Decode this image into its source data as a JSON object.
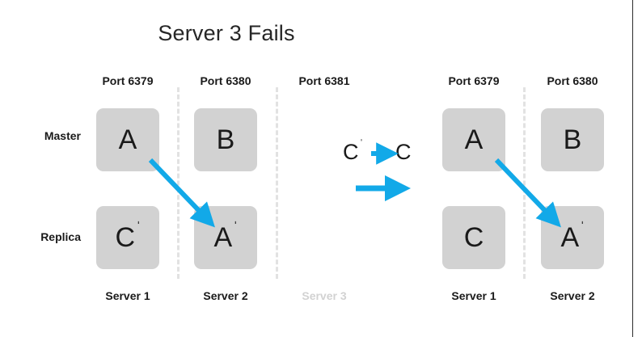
{
  "slide": {
    "title": "Server 3 Fails",
    "background_color": "#ffffff",
    "accent_color": "#12A9E8",
    "node_fill_color": "#d2d2d2",
    "divider_color": "#e2e2e2",
    "faded_text_color": "#d2d2d2"
  },
  "row_labels": {
    "master": "Master",
    "replica": "Replica"
  },
  "left_group": {
    "ports": [
      "Port 6379",
      "Port 6380",
      "Port 6381"
    ],
    "servers": [
      {
        "label": "Server 1",
        "failed": false
      },
      {
        "label": "Server 2",
        "failed": false
      },
      {
        "label": "Server 3",
        "failed": true
      }
    ],
    "master_row": [
      {
        "letter": "A",
        "prime": false
      },
      {
        "letter": "B",
        "prime": false
      },
      {
        "letter": "",
        "prime": false
      }
    ],
    "replica_row": [
      {
        "letter": "C",
        "prime": true
      },
      {
        "letter": "A",
        "prime": true
      },
      {
        "letter": "",
        "prime": false
      }
    ]
  },
  "legend": {
    "from_letter": "C",
    "from_prime": "ı",
    "to_letter": "C",
    "arrow_icon": "right-arrow-icon",
    "second_arrow_icon": "right-arrow-icon"
  },
  "right_group": {
    "ports": [
      "Port 6379",
      "Port 6380"
    ],
    "servers": [
      {
        "label": "Server 1",
        "failed": false
      },
      {
        "label": "Server 2",
        "failed": false
      }
    ],
    "master_row": [
      {
        "letter": "A",
        "prime": false
      },
      {
        "letter": "B",
        "prime": false
      }
    ],
    "replica_row": [
      {
        "letter": "C",
        "prime": false
      },
      {
        "letter": "A",
        "prime": true
      }
    ]
  }
}
